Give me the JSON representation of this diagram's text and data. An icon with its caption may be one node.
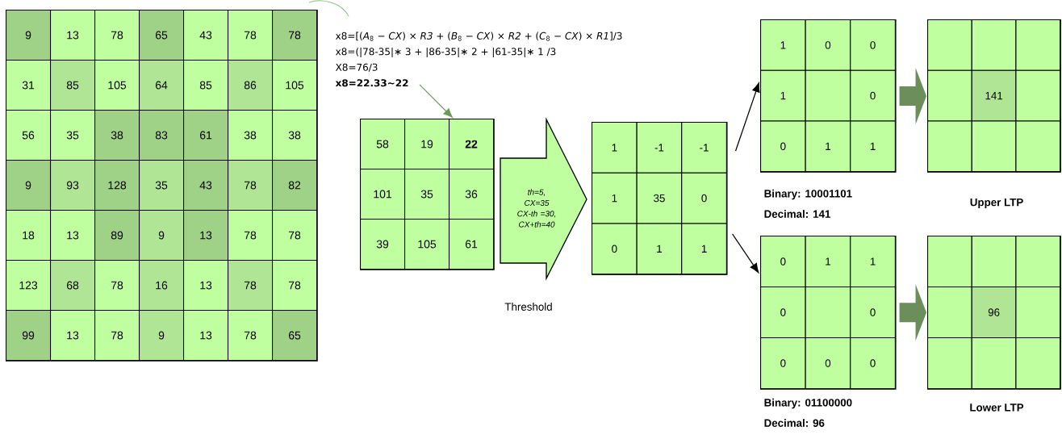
{
  "diagram": {
    "nodes": [
      {
        "text": [],
        "shape": "box"
      },
      {
        "text": [
          "9"
        ],
        "in": 0
      },
      {
        "text": [
          "13"
        ],
        "in": 0
      },
      {
        "text": [
          "78"
        ],
        "in": 0
      },
      {
        "text": [
          "65"
        ],
        "in": 0
      },
      {
        "text": [
          "43"
        ],
        "in": 0
      },
      {
        "text": [
          "78"
        ],
        "in": 0
      },
      {
        "text": [
          "78"
        ],
        "in": 0
      },
      {
        "text": [
          "31"
        ],
        "in": 0
      },
      {
        "text": [
          "85"
        ],
        "in": 0
      },
      {
        "text": [
          "105"
        ],
        "in": 0
      },
      {
        "text": [
          "64"
        ],
        "in": 0
      },
      {
        "text": [
          "85"
        ],
        "in": 0
      },
      {
        "text": [
          "86"
        ],
        "in": 0
      },
      {
        "text": [
          "105"
        ],
        "in": 0
      },
      {
        "text": [
          "56"
        ],
        "in": 0
      },
      {
        "text": [
          "35"
        ],
        "in": 0
      },
      {
        "text": [
          "38"
        ],
        "in": 0
      },
      {
        "text": [
          "83"
        ],
        "in": 0
      },
      {
        "text": [
          "61"
        ],
        "in": 0
      },
      {
        "text": [
          "38"
        ],
        "in": 0
      },
      {
        "text": [
          "38"
        ],
        "in": 0
      },
      {
        "text": [
          "9"
        ],
        "in": 0
      },
      {
        "text": [
          "93"
        ],
        "in": 0
      },
      {
        "text": [
          "128"
        ],
        "in": 0
      },
      {
        "text": [
          "35"
        ],
        "in": 0
      },
      {
        "text": [
          "43"
        ],
        "in": 0
      },
      {
        "text": [
          "78"
        ],
        "in": 0
      },
      {
        "text": [
          "82"
        ],
        "in": 0
      },
      {
        "text": [
          "18"
        ],
        "in": 0
      },
      {
        "text": [
          "13"
        ],
        "in": 0
      },
      {
        "text": [
          "89"
        ],
        "in": 0
      },
      {
        "text": [
          "9"
        ],
        "in": 0
      },
      {
        "text": [
          "13"
        ],
        "in": 0
      },
      {
        "text": [
          "78"
        ],
        "in": 0
      },
      {
        "text": [
          "78"
        ],
        "in": 0
      },
      {
        "text": [
          "123"
        ],
        "in": 0
      },
      {
        "text": [
          "68"
        ],
        "in": 0
      },
      {
        "text": [
          "78"
        ],
        "in": 0
      },
      {
        "text": [
          "16"
        ],
        "in": 0
      },
      {
        "text": [
          "13"
        ],
        "in": 0
      },
      {
        "text": [
          "78"
        ],
        "in": 0
      },
      {
        "text": [
          "78"
        ],
        "in": 0
      },
      {
        "text": [
          "99"
        ],
        "in": 0
      },
      {
        "text": [
          "13"
        ],
        "in": 0
      },
      {
        "text": [
          "78"
        ],
        "in": 0
      },
      {
        "text": [
          "9"
        ],
        "in": 0
      },
      {
        "text": [
          "13"
        ],
        "in": 0
      },
      {
        "text": [
          "78"
        ],
        "in": 0
      },
      {
        "text": [
          "65"
        ],
        "in": 0
      },
      {
        "text": [
          "x8=[(*A*$_{8}$ − *CX*) × *R3* + (*B*$_{8}$ − *CX*) × *R2* + (*C*$_{8}$ − *CX*) × *R1*]/3",
          "x8=(|78-35|∗ 3 + |86-35|∗ 2 + |61-35|∗ 1 /3",
          "X8=76/3",
          "x8=22.33~22"
        ]
      },
      {
        "text": [],
        "shape": "box"
      },
      {
        "text": [
          "58"
        ],
        "in": 51
      },
      {
        "text": [
          "19"
        ],
        "in": 51
      },
      {
        "text": [
          "22"
        ],
        "in": 51
      },
      {
        "text": [
          "101"
        ],
        "in": 51
      },
      {
        "text": [
          "35"
        ],
        "in": 51
      },
      {
        "text": [
          "36"
        ],
        "in": 51
      },
      {
        "text": [
          "39"
        ],
        "in": 51
      },
      {
        "text": [
          "105"
        ],
        "in": 51
      },
      {
        "text": [
          "61"
        ],
        "in": 51
      },
      {
        "text": [
          "th=5, CX=35 CX-th =30, CX+th=40"
        ],
        "beside": [
          "Threshold"
        ]
      },
      {
        "text": [],
        "shape": "box"
      },
      {
        "text": [
          "1"
        ],
        "in": 62
      },
      {
        "text": [
          "-1"
        ],
        "in": 62
      },
      {
        "text": [
          "-1"
        ],
        "in": 62
      },
      {
        "text": [
          "1"
        ],
        "in": 62
      },
      {
        "text": [
          "35"
        ],
        "in": 62
      },
      {
        "text": [
          "0"
        ],
        "in": 62
      },
      {
        "text": [
          "0"
        ],
        "in": 62
      },
      {
        "text": [
          "1"
        ],
        "in": 62
      },
      {
        "text": [
          "1"
        ],
        "in": 62
      },
      {
        "text": [],
        "shape": "box",
        "beside": [
          "Binary: 10001101",
          "Decimal: 141"
        ]
      },
      {
        "text": [
          "1"
        ],
        "in": 72
      },
      {
        "text": [
          "0"
        ],
        "in": 72
      },
      {
        "text": [
          "0"
        ],
        "in": 72
      },
      {
        "text": [
          "1"
        ],
        "in": 72
      },
      {
        "text": [],
        "shape": "box",
        "in": 72
      },
      {
        "text": [
          "0"
        ],
        "in": 72
      },
      {
        "text": [
          "0"
        ],
        "in": 72
      },
      {
        "text": [
          "1"
        ],
        "in": 72
      },
      {
        "text": [
          "1"
        ],
        "in": 72
      },
      {
        "text": [],
        "shape": "box",
        "beside": [
          "Upper LTP"
        ]
      },
      {
        "text": [],
        "shape": "box",
        "in": 82
      },
      {
        "text": [],
        "shape": "box",
        "in": 82
      },
      {
        "text": [],
        "shape": "box",
        "in": 82
      },
      {
        "text": [],
        "shape": "box",
        "in": 82
      },
      {
        "text": [
          "141"
        ],
        "in": 82
      },
      {
        "text": [],
        "shape": "box",
        "in": 82
      },
      {
        "text": [],
        "shape": "box",
        "in": 82
      },
      {
        "text": [],
        "shape": "box",
        "in": 82
      },
      {
        "text": [],
        "shape": "box",
        "in": 82
      },
      {
        "text": [],
        "shape": "box",
        "beside": [
          "Binary: 01100000",
          "Decimal: 96"
        ]
      },
      {
        "text": [
          "0"
        ],
        "in": 92
      },
      {
        "text": [
          "1"
        ],
        "in": 92
      },
      {
        "text": [
          "1"
        ],
        "in": 92
      },
      {
        "text": [
          "0"
        ],
        "in": 92
      },
      {
        "text": [],
        "shape": "box",
        "in": 92
      },
      {
        "text": [
          "0"
        ],
        "in": 92
      },
      {
        "text": [
          "0"
        ],
        "in": 92
      },
      {
        "text": [
          "0"
        ],
        "in": 92
      },
      {
        "text": [
          "0"
        ],
        "in": 92
      },
      {
        "text": [],
        "shape": "box",
        "beside": [
          "Lower LTP"
        ]
      },
      {
        "text": [],
        "shape": "box",
        "in": 102
      },
      {
        "text": [],
        "shape": "box",
        "in": 102
      },
      {
        "text": [],
        "shape": "box",
        "in": 102
      },
      {
        "text": [],
        "shape": "box",
        "in": 102
      },
      {
        "text": [
          "96"
        ],
        "in": 102
      },
      {
        "text": [],
        "shape": "box",
        "in": 102
      },
      {
        "text": [],
        "shape": "box",
        "in": 102
      },
      {
        "text": [],
        "shape": "box",
        "in": 102
      },
      {
        "text": [],
        "shape": "box",
        "in": 102
      }
    ],
    "edges": [
      {
        "from": 50,
        "to": 54,
        "arrow": "to",
        "color": "#6b9a5b"
      },
      {
        "from": 62,
        "to": 72,
        "arrow": "to"
      },
      {
        "from": 62,
        "to": 92,
        "arrow": "to"
      },
      {
        "from": 72,
        "to": 82,
        "arrow": "to",
        "style": "thick",
        "color": "#6b8e5a"
      },
      {
        "from": 92,
        "to": 102,
        "arrow": "to",
        "style": "thick",
        "color": "#6b8e5a"
      }
    ]
  }
}
